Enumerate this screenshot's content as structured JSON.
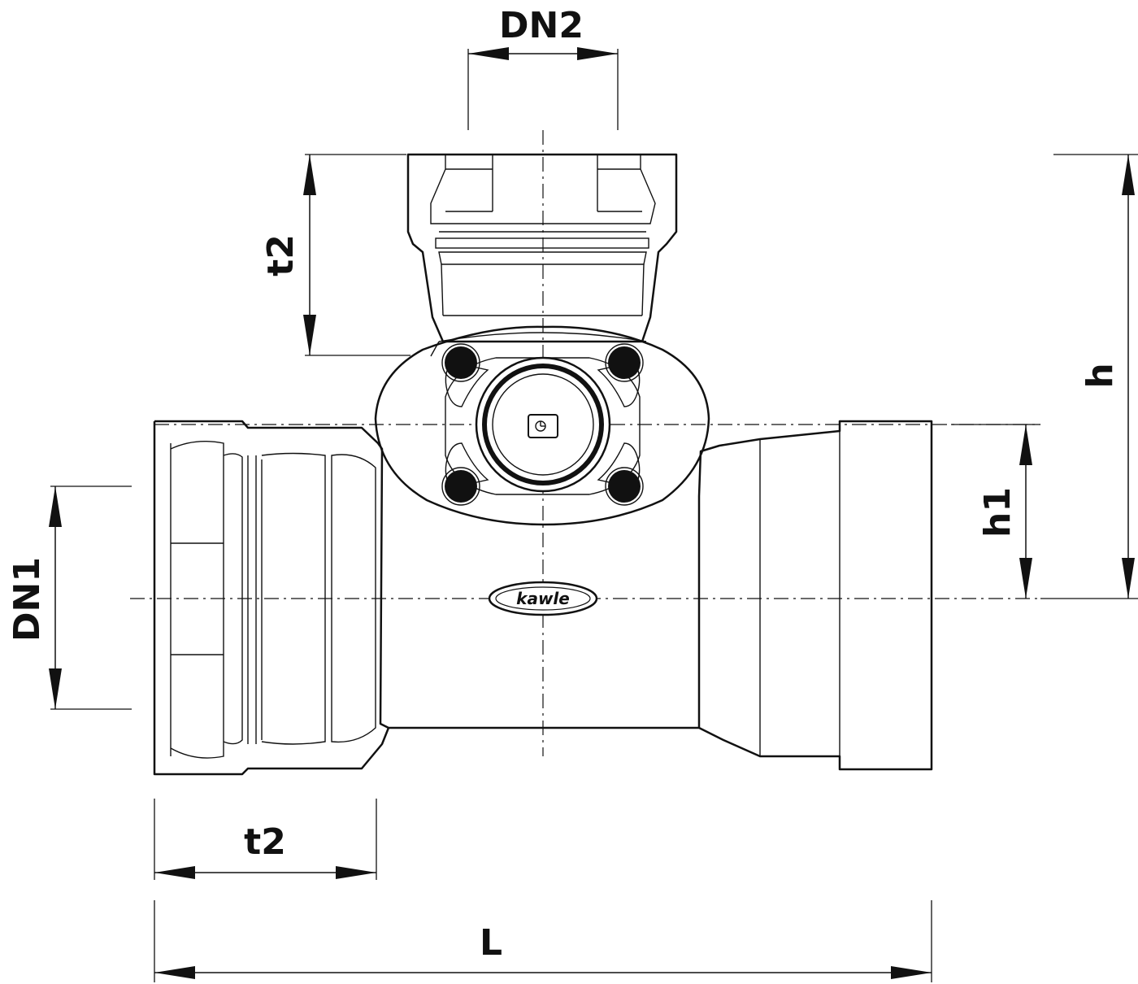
{
  "dimensions": {
    "dn2": "DN2",
    "dn1": "DN1",
    "t2_vertical": "t2",
    "t2_horizontal": "t2",
    "h": "h",
    "h1": "h1",
    "length": "L"
  },
  "logo": {
    "text": "kawle"
  }
}
